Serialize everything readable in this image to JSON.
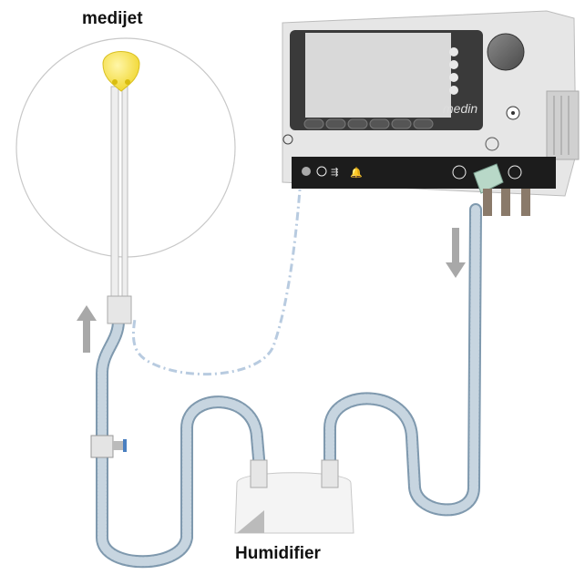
{
  "labels": {
    "medijet": "medijet",
    "humidifier": "Humidifier"
  },
  "device": {
    "brand": "medin"
  },
  "icons": [
    "flow-up-arrow",
    "flow-down-arrow",
    "knob",
    "usb-icon",
    "alarm-bell-icon"
  ],
  "colors": {
    "hose": "#9fb6c8",
    "bulb": "#f5e04a",
    "device_body": "#e8e8e8",
    "panel": "#3a3a3a",
    "arrow": "#a8a8a8"
  }
}
